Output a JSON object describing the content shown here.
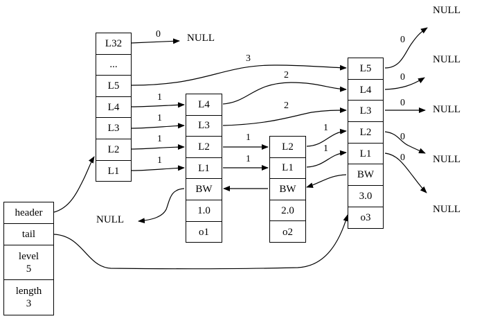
{
  "diagram": {
    "title": "Skip list structure",
    "list": {
      "cells": [
        "header",
        "tail",
        "level\n5",
        "length\n3"
      ],
      "header_label": "header",
      "tail_label": "tail",
      "level_label": "level",
      "level_value": "5",
      "length_label": "length",
      "length_value": "3"
    },
    "header_node": {
      "levels": [
        "L32",
        "...",
        "L5",
        "L4",
        "L3",
        "L2",
        "L1"
      ]
    },
    "nodes": [
      {
        "id": "o1",
        "levels": [
          "L4",
          "L3",
          "L2",
          "L1"
        ],
        "backward": "BW",
        "score": "1.0",
        "obj": "o1"
      },
      {
        "id": "o2",
        "levels": [
          "L2",
          "L1"
        ],
        "backward": "BW",
        "score": "2.0",
        "obj": "o2"
      },
      {
        "id": "o3",
        "levels": [
          "L5",
          "L4",
          "L3",
          "L2",
          "L1"
        ],
        "backward": "BW",
        "score": "3.0",
        "obj": "o3"
      }
    ],
    "null_label": "NULL",
    "edges": [
      {
        "from": "header.L32",
        "to": "NULL",
        "span": "0"
      },
      {
        "from": "header.L5",
        "to": "o3.L5",
        "span": "3"
      },
      {
        "from": "header.L4",
        "to": "o1.L4",
        "span": "1"
      },
      {
        "from": "header.L3",
        "to": "o1.L3",
        "span": "1"
      },
      {
        "from": "header.L2",
        "to": "o1.L2",
        "span": "1"
      },
      {
        "from": "header.L1",
        "to": "o1.L1",
        "span": "1"
      },
      {
        "from": "o1.L4",
        "to": "o3.L4",
        "span": "2"
      },
      {
        "from": "o1.L3",
        "to": "o3.L3",
        "span": "2"
      },
      {
        "from": "o1.L2",
        "to": "o2.L2",
        "span": "1"
      },
      {
        "from": "o1.L1",
        "to": "o2.L1",
        "span": "1"
      },
      {
        "from": "o2.L2",
        "to": "o3.L2",
        "span": "1"
      },
      {
        "from": "o2.L1",
        "to": "o3.L1",
        "span": "1"
      },
      {
        "from": "o3.L5",
        "to": "NULL",
        "span": "0"
      },
      {
        "from": "o3.L4",
        "to": "NULL",
        "span": "0"
      },
      {
        "from": "o3.L3",
        "to": "NULL",
        "span": "0"
      },
      {
        "from": "o3.L2",
        "to": "NULL",
        "span": "0"
      },
      {
        "from": "o3.L1",
        "to": "NULL",
        "span": "0"
      },
      {
        "from": "o1.BW",
        "to": "NULL",
        "span": ""
      },
      {
        "from": "o2.BW",
        "to": "o1.BW",
        "span": ""
      },
      {
        "from": "o3.BW",
        "to": "o2.BW",
        "span": ""
      },
      {
        "from": "list.header",
        "to": "header_node",
        "span": ""
      },
      {
        "from": "list.tail",
        "to": "o3",
        "span": ""
      }
    ]
  }
}
